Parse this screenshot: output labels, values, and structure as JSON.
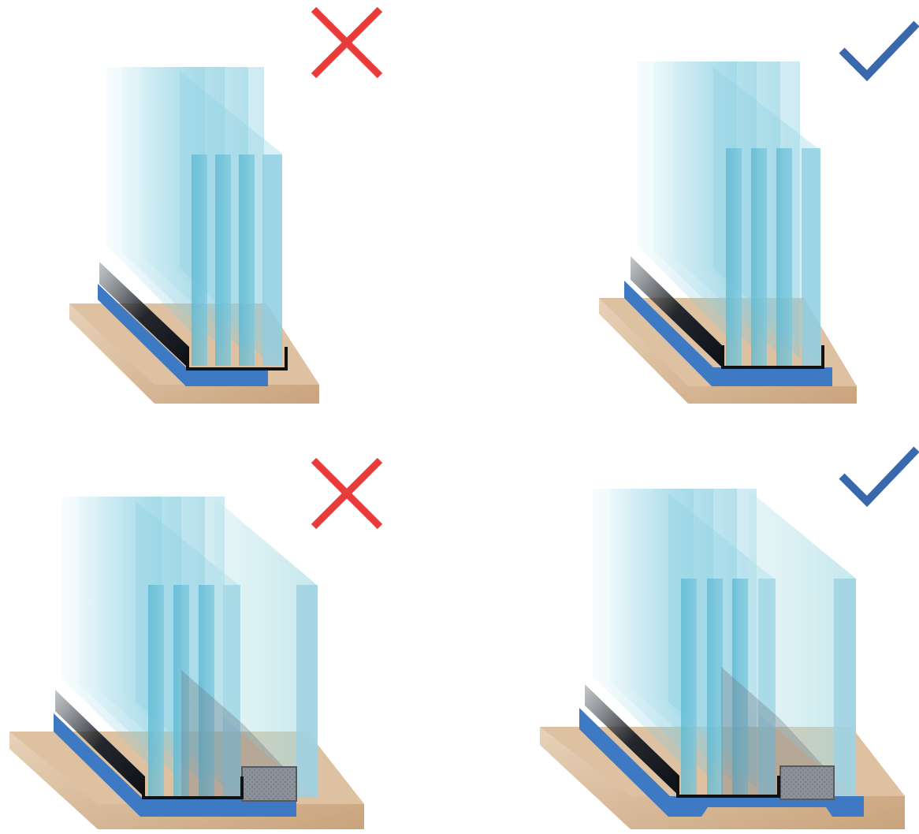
{
  "colors": {
    "background": "#ffffff",
    "wood": "#d8b897",
    "wood_dark": "#c4a07a",
    "channel_blue": "#3e79c4",
    "channel_edge": "#3266ad",
    "glass": "#8fd2e3",
    "glass_dark": "#56b5d0",
    "foam": "#111820",
    "bracket": "#111111",
    "block": "#8b929a",
    "wrong_mark": "#ea3b3b",
    "correct_mark": "#3a68ad"
  },
  "panels": [
    {
      "id": "top-left",
      "status": "wrong",
      "icon": "cross-icon",
      "glass_panes": 4,
      "extra_pane": false,
      "setting_block": false
    },
    {
      "id": "top-right",
      "status": "correct",
      "icon": "checkmark-icon",
      "glass_panes": 4,
      "extra_pane": false,
      "setting_block": false
    },
    {
      "id": "bottom-left",
      "status": "wrong",
      "icon": "cross-icon",
      "glass_panes": 4,
      "extra_pane": true,
      "setting_block": true
    },
    {
      "id": "bottom-right",
      "status": "correct",
      "icon": "checkmark-icon",
      "glass_panes": 4,
      "extra_pane": true,
      "setting_block": true
    }
  ]
}
